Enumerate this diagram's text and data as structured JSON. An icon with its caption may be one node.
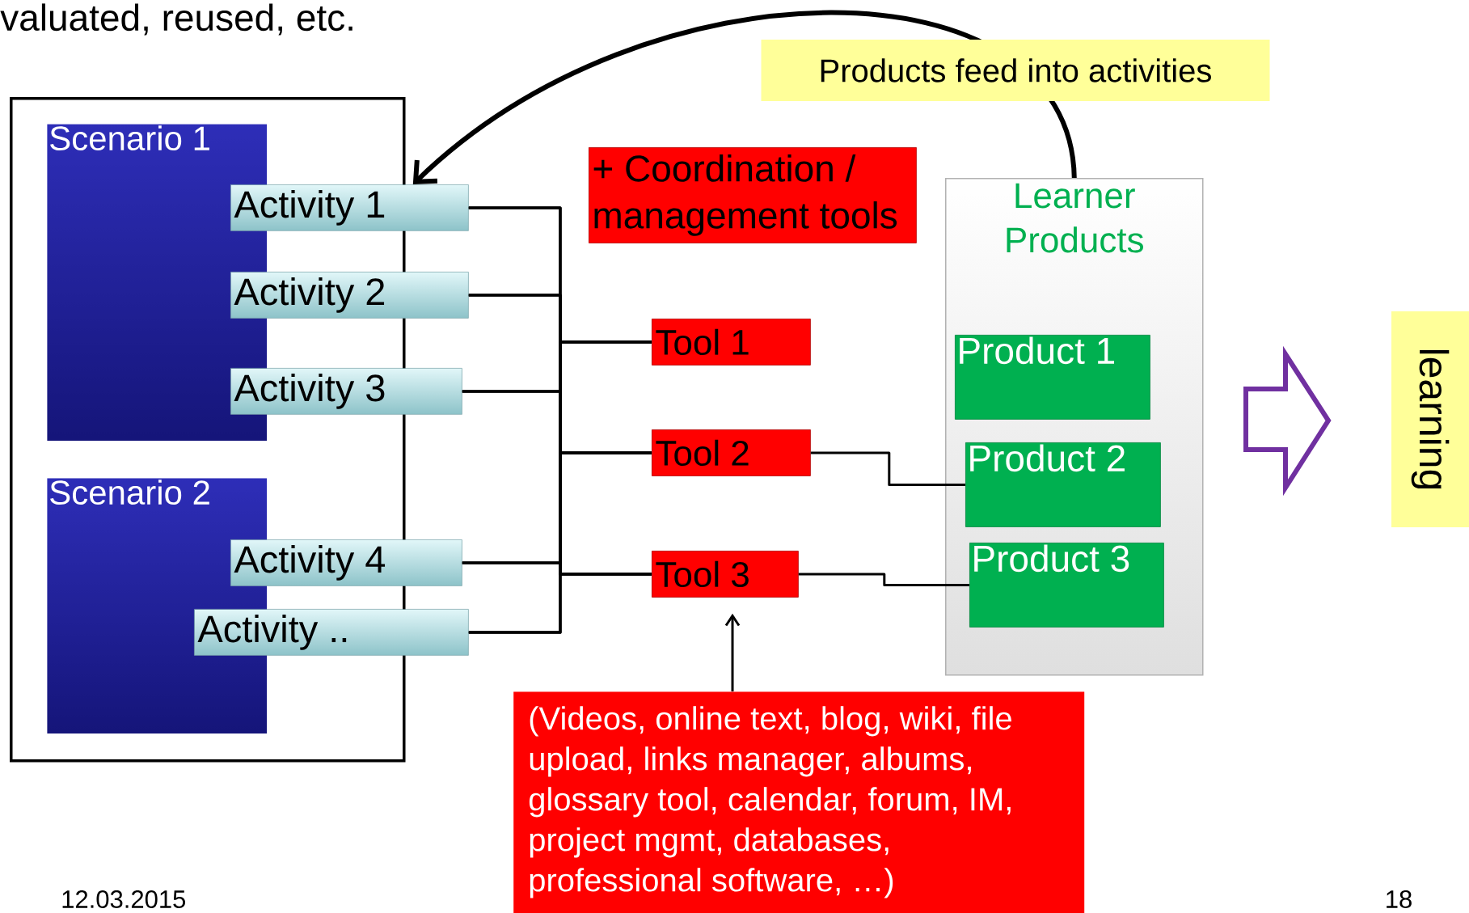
{
  "diagram": {
    "nodes": [
      {
        "text": [],
        "shape": "box"
      },
      {
        "text": [
          "Scenario 1"
        ],
        "in": 0
      },
      {
        "text": [
          "Activity 1"
        ]
      },
      {
        "text": [
          "Activity 2"
        ]
      },
      {
        "text": [
          "Activity 3"
        ]
      },
      {
        "text": [
          "Scenario 2"
        ],
        "in": 0
      },
      {
        "text": [
          "Activity 4"
        ]
      },
      {
        "text": [
          "Activity .."
        ]
      },
      {
        "text": [
          "+ Coordination / management tools"
        ]
      },
      {
        "text": [
          "Tool 1"
        ]
      },
      {
        "text": [
          "Tool 2"
        ]
      },
      {
        "text": [
          "Tool 3"
        ]
      },
      {
        "text": [
          "Learner Products"
        ]
      },
      {
        "text": [
          "Product 1"
        ],
        "in": 12
      },
      {
        "text": [
          "Product 2"
        ],
        "in": 12
      },
      {
        "text": [
          "Product 3"
        ],
        "in": 12
      },
      {
        "text": [
          "(Videos, online text, blog, wiki, file upload, links manager, albums, glossary tool, calendar, forum, IM, project mgmt, databases, professional software, …)"
        ]
      },
      {
        "text": [
          "learning"
        ]
      }
    ],
    "edges": [
      {
        "from": 2,
        "to": 9,
        "arrow": "none"
      },
      {
        "from": 2,
        "to": 10,
        "arrow": "none"
      },
      {
        "from": 2,
        "to": 11,
        "arrow": "none"
      },
      {
        "from": 3,
        "to": 9,
        "arrow": "none"
      },
      {
        "from": 3,
        "to": 10,
        "arrow": "none"
      },
      {
        "from": 3,
        "to": 11,
        "arrow": "none"
      },
      {
        "from": 4,
        "to": 9,
        "arrow": "none"
      },
      {
        "from": 4,
        "to": 10,
        "arrow": "none"
      },
      {
        "from": 4,
        "to": 11,
        "arrow": "none"
      },
      {
        "from": 6,
        "to": 9,
        "arrow": "none"
      },
      {
        "from": 6,
        "to": 10,
        "arrow": "none"
      },
      {
        "from": 6,
        "to": 11,
        "arrow": "none"
      },
      {
        "from": 7,
        "to": 9,
        "arrow": "none"
      },
      {
        "from": 7,
        "to": 10,
        "arrow": "none"
      },
      {
        "from": 7,
        "to": 11,
        "arrow": "none"
      },
      {
        "from": 10,
        "to": 14,
        "arrow": "none"
      },
      {
        "from": 11,
        "to": 15,
        "arrow": "none"
      },
      {
        "from": 12,
        "to": 2,
        "arrow": "to",
        "style": "thick",
        "label": "Products feed into activities"
      },
      {
        "from": 16,
        "to": 11,
        "arrow": "to"
      }
    ],
    "labels": [
      "valuated, reused, etc.",
      "12.03.2015",
      "18"
    ]
  }
}
